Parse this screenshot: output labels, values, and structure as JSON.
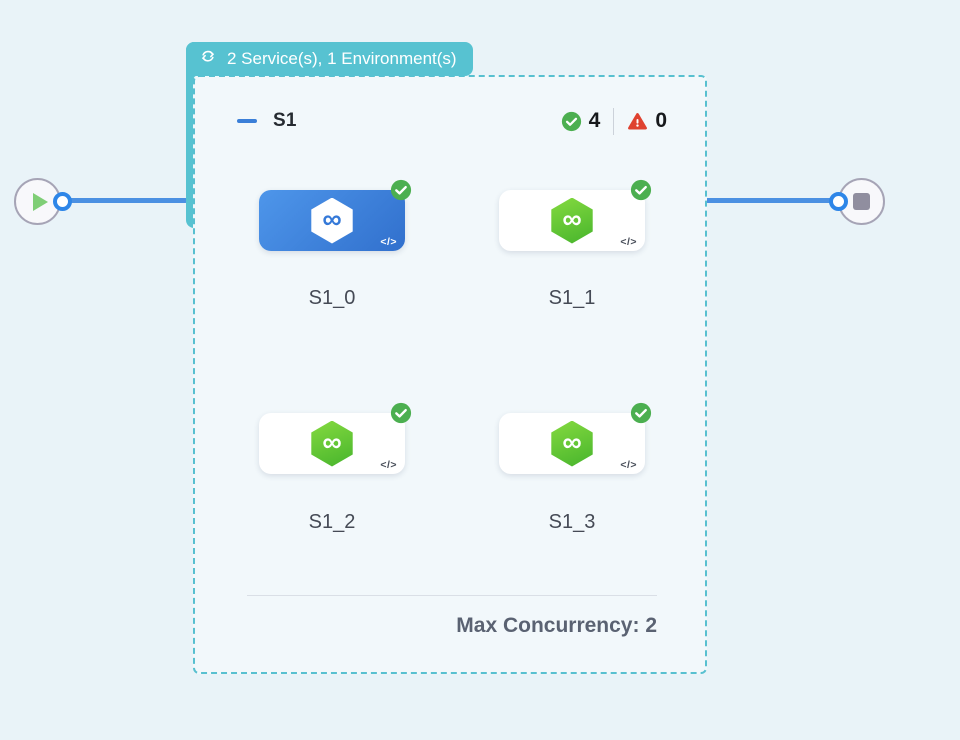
{
  "header_badge": {
    "icon": "loop-icon",
    "label": "2 Service(s), 1 Environment(s)"
  },
  "stage": {
    "title": "S1",
    "success_count": "4",
    "error_count": "0",
    "max_concurrency": "Max Concurrency: 2"
  },
  "services": [
    {
      "label": "S1_0",
      "selected": true,
      "status": "success"
    },
    {
      "label": "S1_1",
      "selected": false,
      "status": "success"
    },
    {
      "label": "S1_2",
      "selected": false,
      "status": "success"
    },
    {
      "label": "S1_3",
      "selected": false,
      "status": "success"
    }
  ],
  "icons": {
    "infinity": "∞",
    "code": "</>"
  },
  "colors": {
    "canvas_background": "#e9f3f8",
    "group_background": "#f2f8fb",
    "teal_accent": "#57c2d1",
    "edge_blue": "#4b90e2",
    "selected_card_blue": "#3d7fd9",
    "success_green": "#4caf50",
    "error_red": "#df4230",
    "hexagon_green": "#5ec434"
  }
}
